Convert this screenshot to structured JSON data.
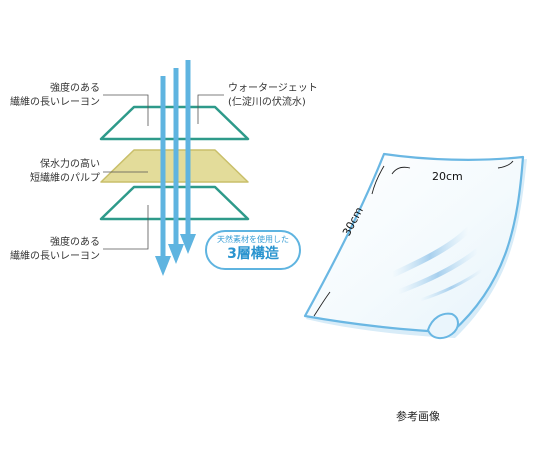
{
  "labels": {
    "rayon_top": [
      "強度のある",
      "繊維の長いレーヨン"
    ],
    "pulp": [
      "保水力の高い",
      "短繊維のパルプ"
    ],
    "rayon_bottom": [
      "強度のある",
      "繊維の長いレーヨン"
    ],
    "waterjet": [
      "ウォータージェット",
      "(仁淀川の伏流水)"
    ]
  },
  "badge": {
    "small": "天然素材を使用した",
    "big": "3層構造"
  },
  "sheet": {
    "width_label": "20cm",
    "height_label": "30cm"
  },
  "caption": "参考画像",
  "colors": {
    "arrow": "#5fb4e0",
    "rayon_layer": "#2e9a8a",
    "pulp_fill": "#e3dc9a",
    "pulp_stroke": "#c9bf6a",
    "sheet_edge": "#6ab7e3"
  }
}
